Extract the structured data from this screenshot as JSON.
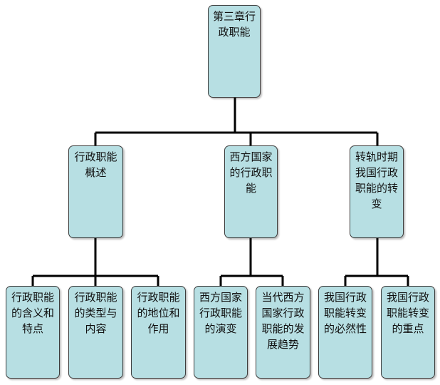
{
  "colors": {
    "node_fill": "#b7dfe3",
    "node_border": "#3c3c3c",
    "connector": "#000000"
  },
  "root": {
    "label": "第三章行政职能"
  },
  "branches": [
    {
      "label": "行政职能概述",
      "children": [
        "行政职能的含义和特点",
        "行政职能的类型与内容",
        "行政职能的地位和作用"
      ]
    },
    {
      "label": "西方国家的行政职能",
      "children": [
        "西方国家行政职能的演变",
        "当代西方国家行政职能的发展趋势"
      ]
    },
    {
      "label": "转轨时期我国行政职能的转变",
      "children": [
        "我国行政职能转变的必然性",
        "我国行政职能转变的重点"
      ]
    }
  ]
}
